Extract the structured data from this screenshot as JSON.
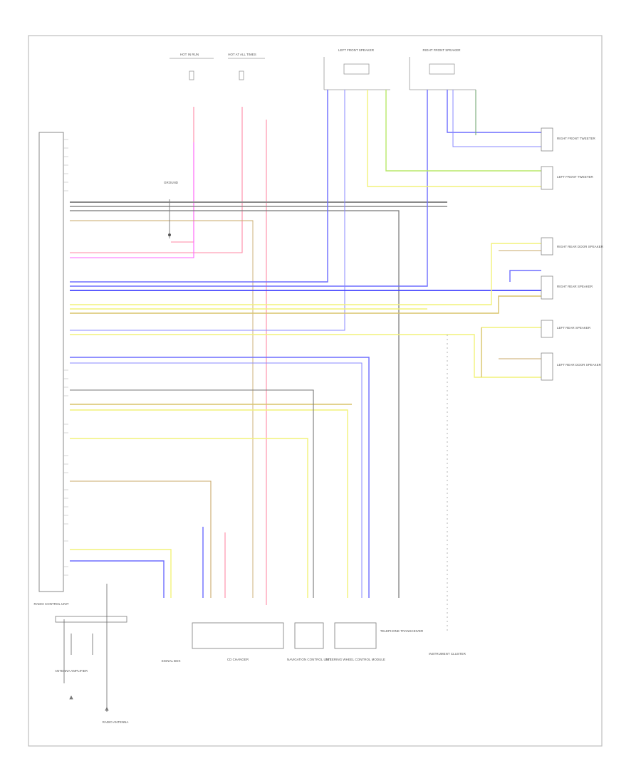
{
  "diagram": {
    "page_code": "",
    "radio_label": "RADIO CONTROL UNIT",
    "component_labels": {
      "ls_front": "LEFT FRONT SPEAKER",
      "rs_front": "RIGHT FRONT SPEAKER",
      "rf_tweeter": "RIGHT FRONT TWEETER",
      "lf_tweeter": "LEFT FRONT TWEETER",
      "rf_door_spk": "RIGHT REAR DOOR SPEAKER",
      "rr_spk": "RIGHT REAR SPEAKER",
      "lr_spk": "LEFT REAR SPEAKER",
      "lf_door_spk": "LEFT REAR DOOR SPEAKER",
      "cd_changer": "CD CHANGER",
      "navigation_unit": "NAVIGATION CONTROL UNIT",
      "steering_control": "STEERING WHEEL CONTROL MODULE",
      "telephone": "TELEPHONE TRANSCEIVER",
      "instrument_cluster": "INSTRUMENT CLUSTER",
      "antenna_amp": "ANTENNA AMPLIFIER",
      "radio_antenna": "RADIO ANTENNA",
      "fuse_hot": "HOT IN RUN",
      "fuse_hot2": "HOT AT ALL TIMES",
      "ground_point": "GROUND",
      "signal_box": "SIGNAL BOX"
    },
    "wire_colors": {
      "blue": "#6d6dff",
      "yellow": "#f2f27a",
      "lime": "#b8e86a",
      "pink": "#ff8aa6",
      "magenta": "#ff66ff",
      "brown": "#c9a86a",
      "gray": "#8a8a8a",
      "dark": "#555555"
    }
  }
}
